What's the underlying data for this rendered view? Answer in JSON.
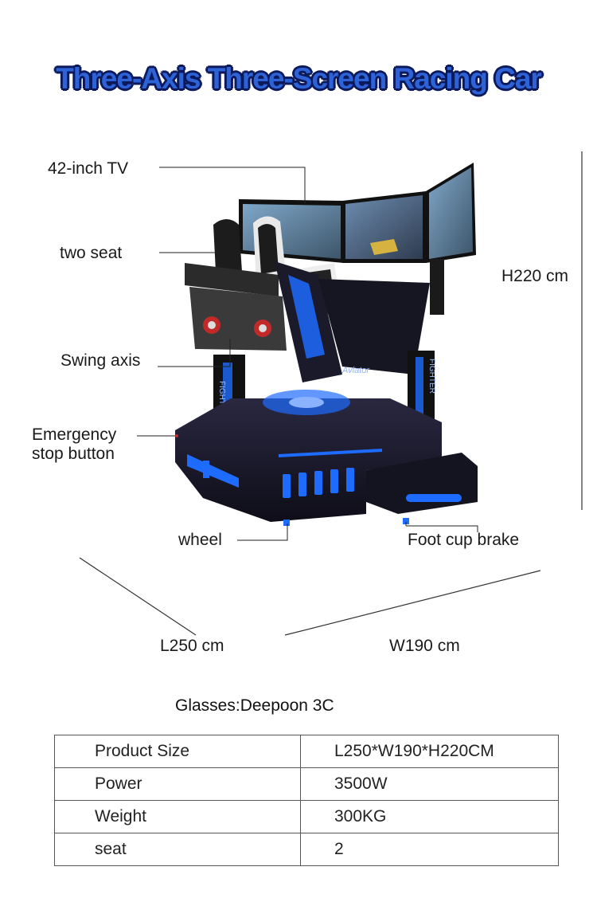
{
  "title": "Three-Axis Three-Screen Racing Car",
  "callouts": {
    "tv": "42-inch TV",
    "seat": "two seat",
    "swing": "Swing axis",
    "emergency_line1": "Emergency",
    "emergency_line2": "stop button",
    "wheel": "wheel",
    "brake": "Foot cup brake"
  },
  "dimensions": {
    "height": "H220 cm",
    "length": "L250 cm",
    "width": "W190 cm"
  },
  "glasses": "Glasses:Deepoon 3C",
  "specs": [
    {
      "key": "Product Size",
      "value": "L250*W190*H220CM"
    },
    {
      "key": "Power",
      "value": "3500W"
    },
    {
      "key": "Weight",
      "value": "300KG"
    },
    {
      "key": "seat",
      "value": "2"
    }
  ],
  "colors": {
    "title_fill": "#2e63d8",
    "title_outline": "#0c1a5c",
    "led_blue": "#1e6bff"
  },
  "product_labels": [
    "Aviator",
    "FIGHTER"
  ]
}
